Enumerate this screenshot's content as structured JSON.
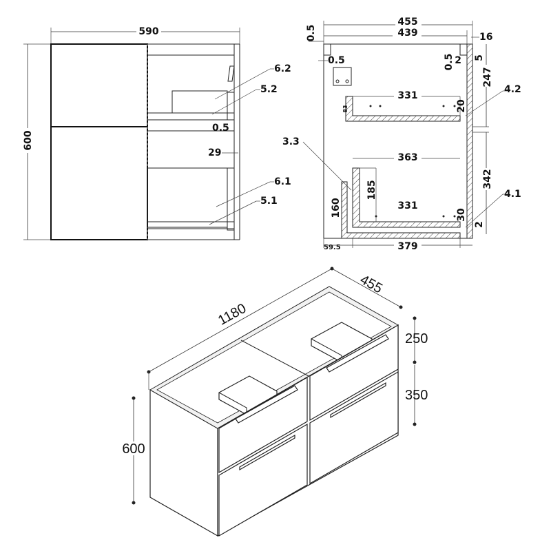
{
  "side_view": {
    "width_label": "590",
    "height_label": "600",
    "callouts": [
      "6.2",
      "5.2",
      "0.5",
      "29",
      "6.1",
      "5.1"
    ]
  },
  "section_view": {
    "labels": {
      "top_offset": "0.5",
      "outer_depth": "455",
      "inner_depth": "439",
      "panel_16": "16",
      "inner_05": "0.5",
      "rear_05": "0.5",
      "rear_2": "2",
      "rear_5": "5",
      "upper_247": "247",
      "callout_42": "4.2",
      "upper_width": "331",
      "side_83": "83",
      "upper_20": "20",
      "callout_33": "3.3",
      "lower_363": "363",
      "lower_185": "185",
      "lower_331": "331",
      "lower_160": "160",
      "lower_30": "30",
      "lower_342": "342",
      "callout_41": "4.1",
      "bottom_2": "2",
      "bottom_595": "59.5",
      "bottom_379": "379"
    }
  },
  "iso_view": {
    "width_label": "1180",
    "depth_label": "455",
    "height_label": "600",
    "drawer_top_label": "250",
    "drawer_bottom_label": "350"
  }
}
